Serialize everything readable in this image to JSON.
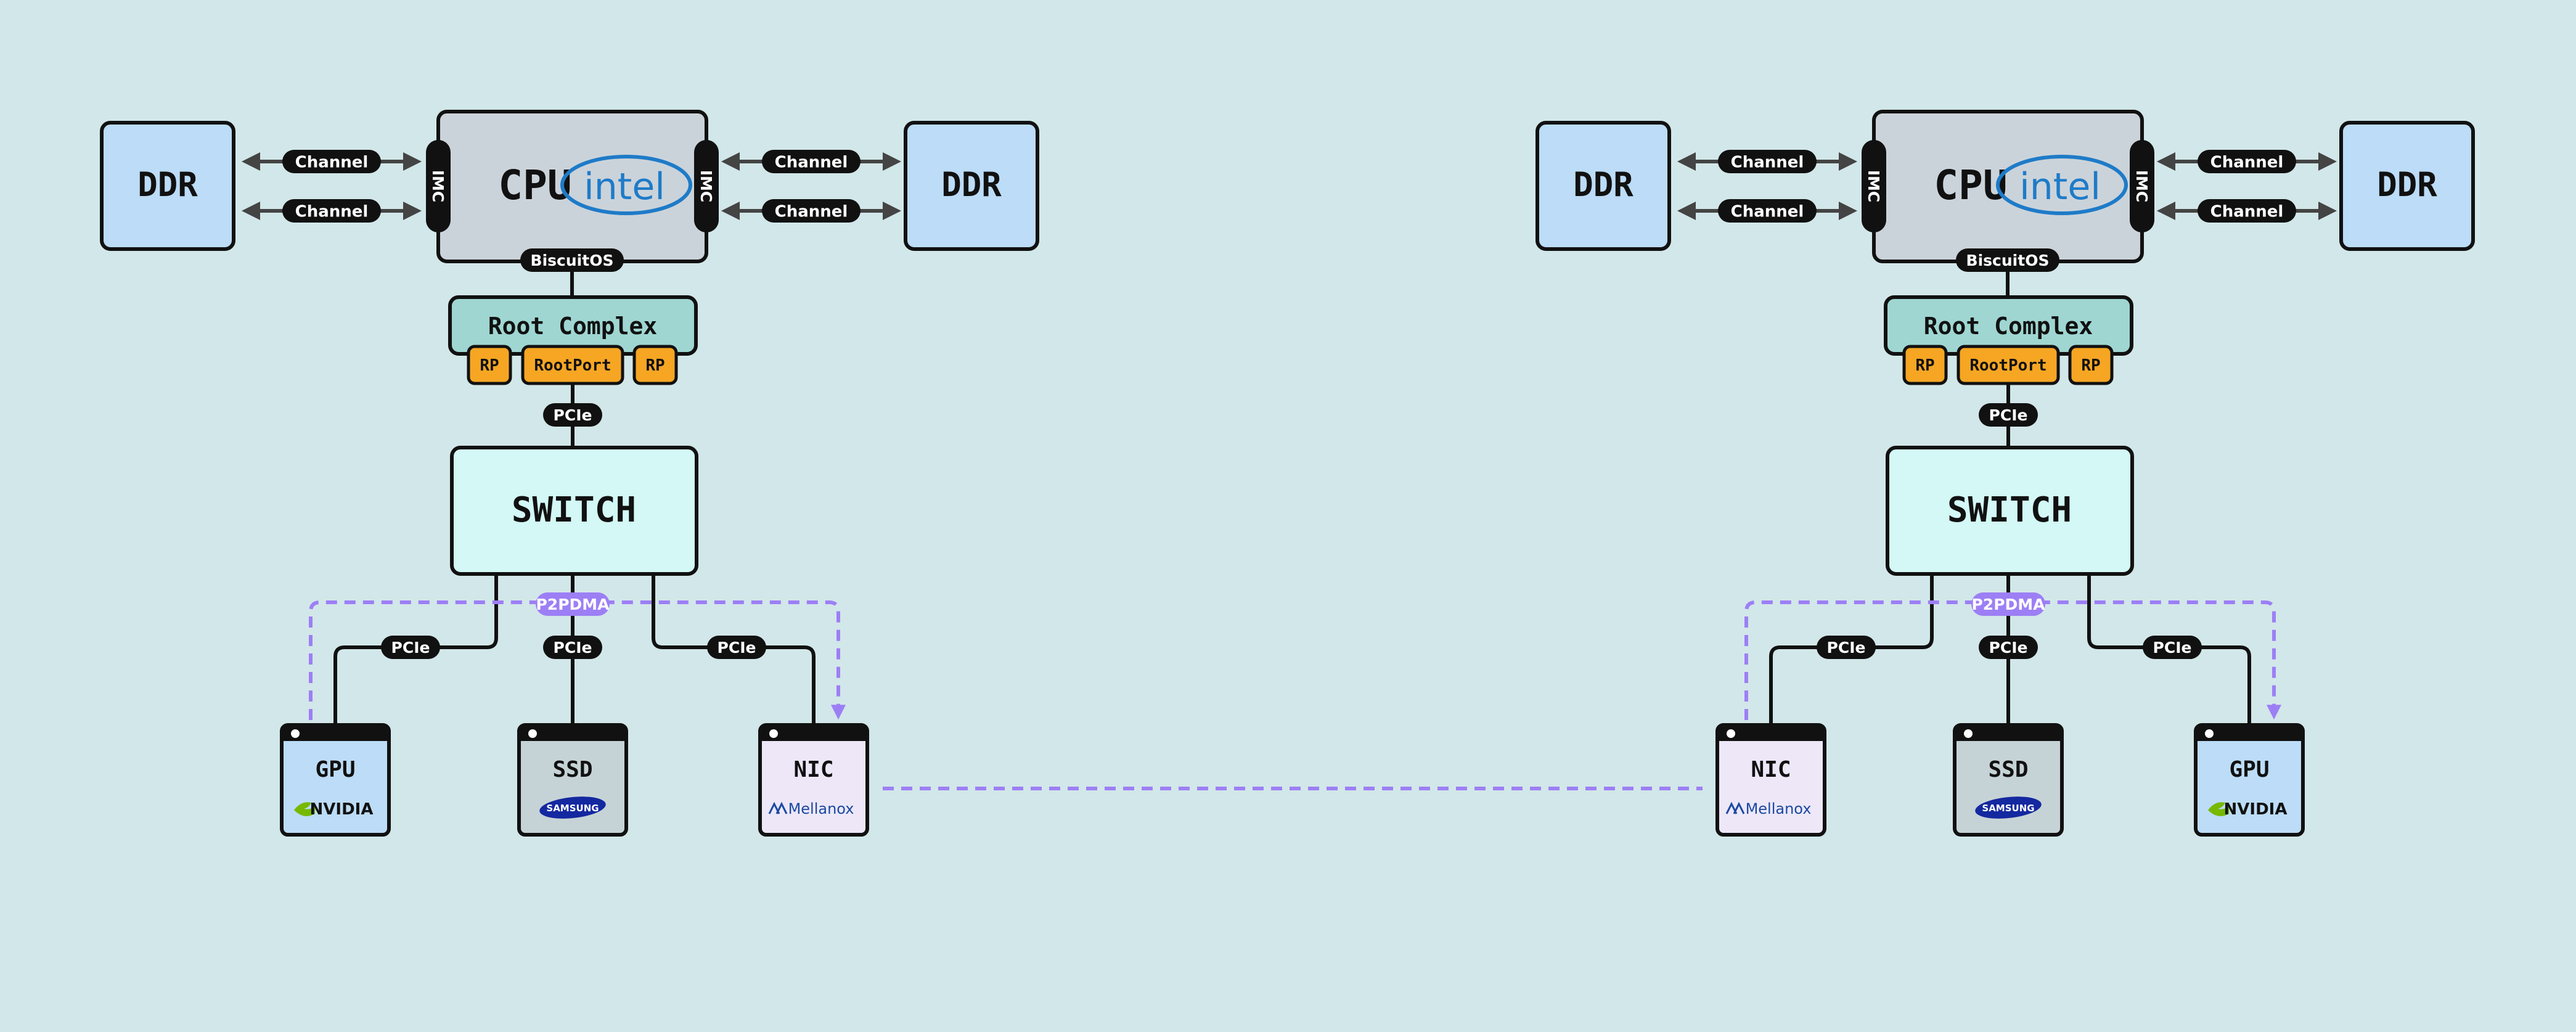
{
  "colors": {
    "background": "#d2e7e9",
    "ddr_fill": "#bcdcf7",
    "cpu_fill": "#cbd3da",
    "root_complex_fill": "#9fd6d2",
    "rootport_fill": "#f6a623",
    "switch_fill": "#d3f8f6",
    "gpu_fill": "#bcdcf7",
    "ssd_fill": "#c6d3d6",
    "nic_fill": "#ede7f8",
    "pill_dark": "#111111",
    "p2pdma": "#9d7ff5",
    "intel_blue": "#1e7bc8",
    "nvidia_green": "#76b900",
    "samsung_blue": "#1428a0",
    "mellanox_blue": "#1b4aa0"
  },
  "icons": {
    "intel": "intel-logo-icon",
    "nvidia": "nvidia-logo-icon",
    "samsung": "samsung-logo-icon",
    "mellanox": "mellanox-logo-icon"
  },
  "left_host": {
    "ddr_left": "DDR",
    "ddr_right": "DDR",
    "channels": [
      "Channel",
      "Channel",
      "Channel",
      "Channel"
    ],
    "imc_left": "IMC",
    "imc_right": "IMC",
    "cpu": "CPU",
    "cpu_logo": "intel",
    "firmware": "BiscuitOS",
    "root_complex": "Root Complex",
    "rp_left": "RP",
    "rootport": "RootPort",
    "rp_right": "RP",
    "pcie_up": "PCIe",
    "switch": "SWITCH",
    "p2pdma": "P2PDMA",
    "pcie_links": [
      "PCIe",
      "PCIe",
      "PCIe"
    ],
    "devices": [
      {
        "label": "GPU",
        "logo": "NVIDIA"
      },
      {
        "label": "SSD",
        "logo": "SAMSUNG"
      },
      {
        "label": "NIC",
        "logo": "Mellanox"
      }
    ]
  },
  "right_host": {
    "ddr_left": "DDR",
    "ddr_right": "DDR",
    "channels": [
      "Channel",
      "Channel",
      "Channel",
      "Channel"
    ],
    "imc_left": "IMC",
    "imc_right": "IMC",
    "cpu": "CPU",
    "cpu_logo": "intel",
    "firmware": "BiscuitOS",
    "root_complex": "Root Complex",
    "rp_left": "RP",
    "rootport": "RootPort",
    "rp_right": "RP",
    "pcie_up": "PCIe",
    "switch": "SWITCH",
    "p2pdma": "P2PDMA",
    "pcie_links": [
      "PCIe",
      "PCIe",
      "PCIe"
    ],
    "devices": [
      {
        "label": "NIC",
        "logo": "Mellanox"
      },
      {
        "label": "SSD",
        "logo": "SAMSUNG"
      },
      {
        "label": "GPU",
        "logo": "NVIDIA"
      }
    ]
  }
}
